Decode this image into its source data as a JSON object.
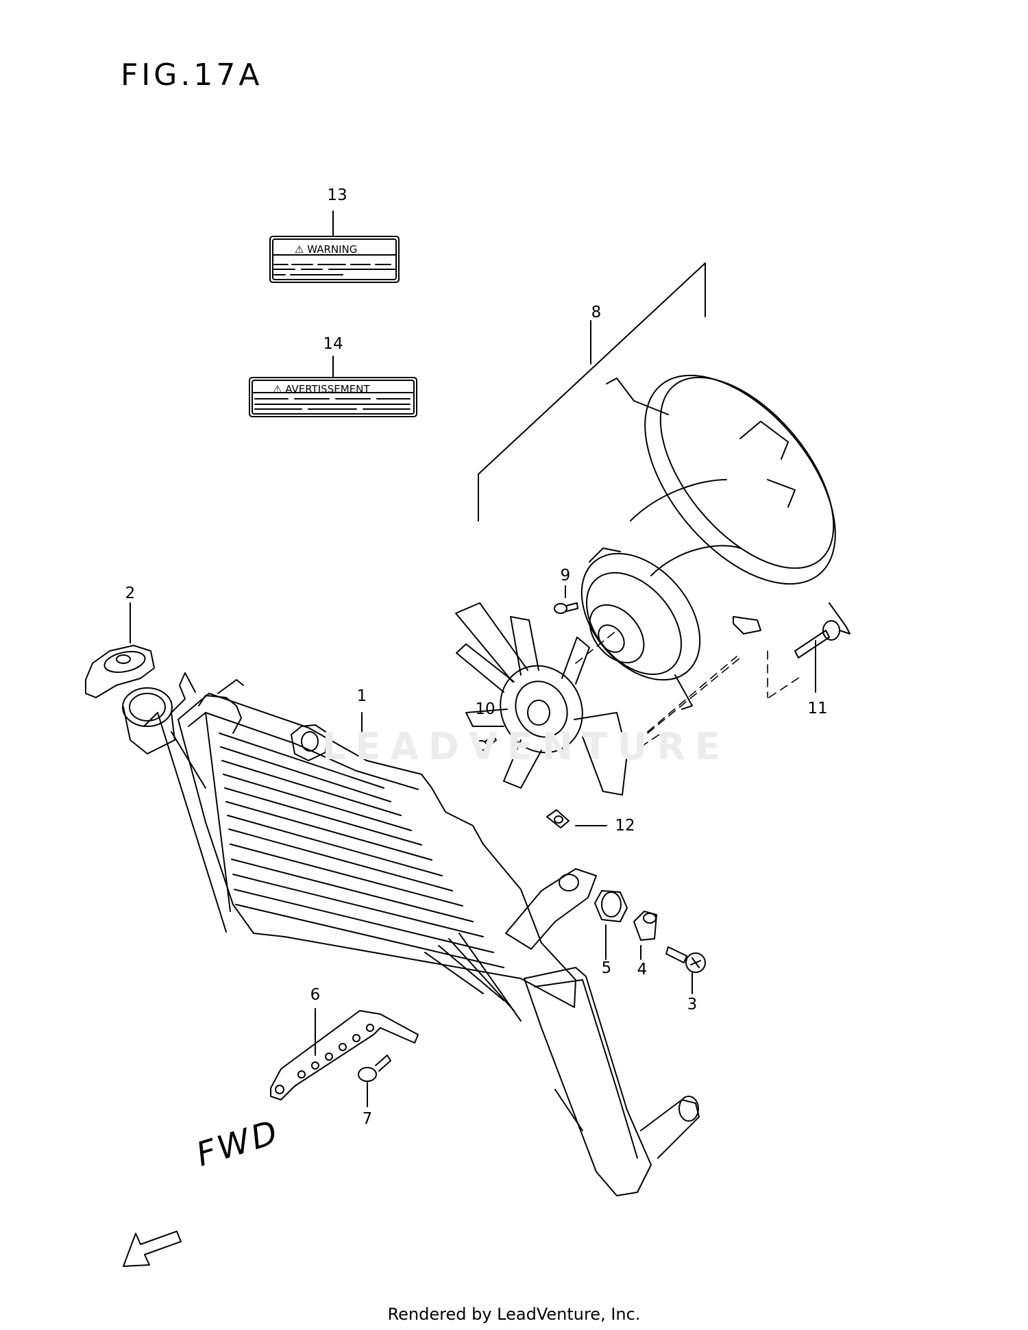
{
  "figure_title": "FIG.17A",
  "callouts": [
    {
      "id": "callout-1",
      "text": "1"
    },
    {
      "id": "callout-2",
      "text": "2"
    },
    {
      "id": "callout-3",
      "text": "3"
    },
    {
      "id": "callout-4",
      "text": "4"
    },
    {
      "id": "callout-5",
      "text": "5"
    },
    {
      "id": "callout-6",
      "text": "6"
    },
    {
      "id": "callout-7",
      "text": "7"
    },
    {
      "id": "callout-8",
      "text": "8"
    },
    {
      "id": "callout-9",
      "text": "9"
    },
    {
      "id": "callout-10",
      "text": "10"
    },
    {
      "id": "callout-11",
      "text": "11"
    },
    {
      "id": "callout-12",
      "text": "12"
    },
    {
      "id": "callout-13",
      "text": "13"
    },
    {
      "id": "callout-14",
      "text": "14"
    }
  ],
  "warning_label": "⚠ WARNING",
  "avertissement_label": "⚠ AVERTISSEMENT",
  "direction_label": "FWD",
  "watermark": "LEADVENTURE",
  "footer": "Rendered by LeadVenture, Inc."
}
